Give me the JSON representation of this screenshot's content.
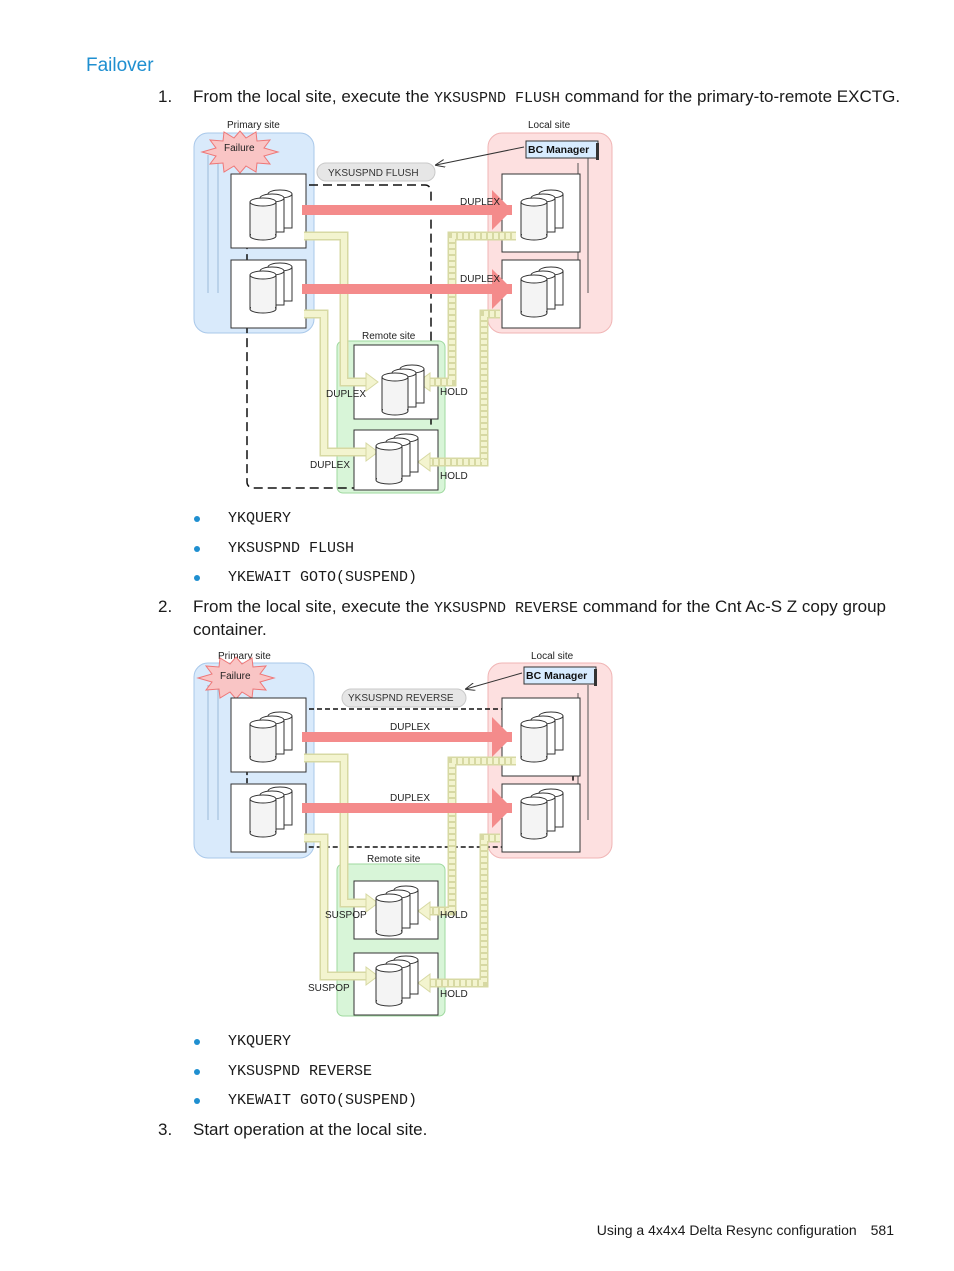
{
  "section": {
    "title": "Failover"
  },
  "steps": [
    {
      "number": "1.",
      "before": "From the local site, execute the ",
      "code": "YKSUSPND FLUSH",
      "after": " command for the primary-to-remote EXCTG.",
      "bullets": [
        "YKQUERY",
        "YKSUSPND FLUSH",
        "YKEWAIT GOTO(SUSPEND)"
      ]
    },
    {
      "number": "2.",
      "before": "From the local site, execute the ",
      "code": "YKSUSPND REVERSE",
      "after": " command for the Cnt Ac-S Z copy group container.",
      "bullets": [
        "YKQUERY",
        "YKSUSPND REVERSE",
        "YKEWAIT GOTO(SUSPEND)"
      ]
    },
    {
      "number": "3.",
      "text": "Start operation at the local site."
    }
  ],
  "diagram1": {
    "primary_site": "Primary site",
    "local_site": "Local site",
    "remote_site": "Remote site",
    "failure": "Failure",
    "bc_manager": "BC Manager",
    "command": "YKSUSPND FLUSH",
    "label_top_link": "DUPLEX",
    "label_mid_link": "DUPLEX",
    "label_remote_upper_left": "DUPLEX",
    "label_remote_lower_left": "DUPLEX",
    "label_remote_upper_right": "HOLD",
    "label_remote_lower_right": "HOLD"
  },
  "diagram2": {
    "primary_site": "Primary site",
    "local_site": "Local site",
    "remote_site": "Remote site",
    "failure": "Failure",
    "bc_manager": "BC Manager",
    "command": "YKSUSPND REVERSE",
    "label_top_link": "DUPLEX",
    "label_mid_link": "DUPLEX",
    "label_remote_upper_left": "SUSPOP",
    "label_remote_lower_left": "SUSPOP",
    "label_remote_upper_right": "HOLD",
    "label_remote_lower_right": "HOLD"
  },
  "colors": {
    "accent": "#1f8fd0",
    "primary_site_fill": "#d9eafb",
    "local_site_fill": "#fde0e0",
    "remote_site_fill": "#d8f5d8",
    "replication_arrow": "#f48b8b",
    "journal_arrow": "#f1f2c8"
  },
  "footer": {
    "text": "Using a 4x4x4 Delta Resync configuration",
    "page": "581"
  }
}
